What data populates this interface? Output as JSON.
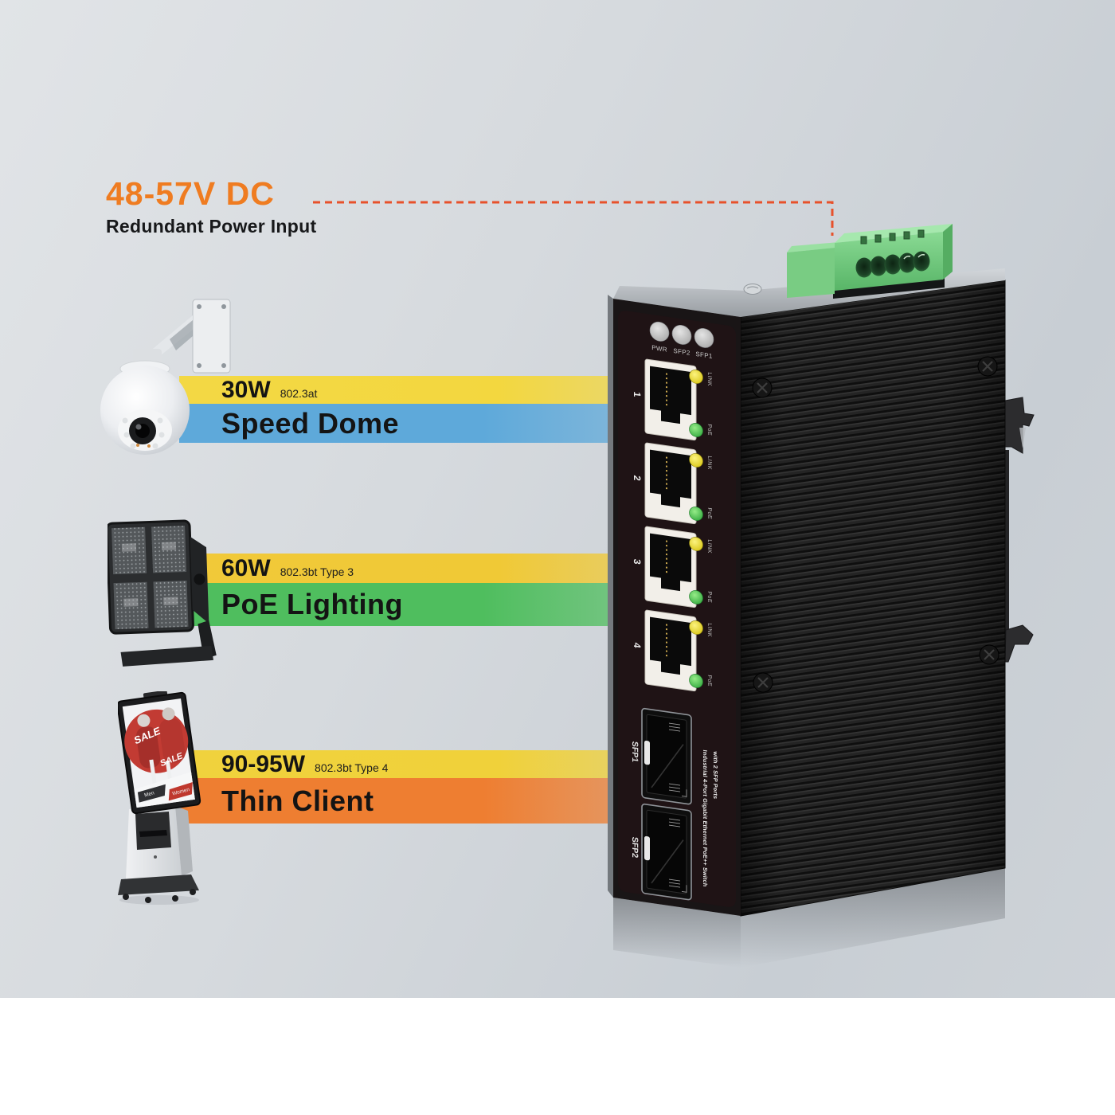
{
  "power_callout": {
    "title": "48-57V DC",
    "subtitle": "Redundant Power Input",
    "title_color": "#ef7c21",
    "line_color": "#e7512b"
  },
  "devices": [
    {
      "power": "30W",
      "standard": "802.3at",
      "name": "Speed Dome",
      "power_bar_color": "#f3d844",
      "name_bar_color": "#5ea9da"
    },
    {
      "power": "60W",
      "standard": "802.3bt Type 3",
      "name": "PoE Lighting",
      "power_bar_color": "#f1c939",
      "name_bar_color": "#4fbe5e"
    },
    {
      "power": "90-95W",
      "standard": "802.3bt Type 4",
      "name": "Thin Client",
      "power_bar_color": "#f0d23d",
      "name_bar_color": "#ee7e31"
    }
  ],
  "switch": {
    "leds": [
      {
        "label": "PWR"
      },
      {
        "label": "SFP2"
      },
      {
        "label": "SFP1"
      }
    ],
    "ports": [
      {
        "number": "1",
        "link": "LINK",
        "poe": "PoE"
      },
      {
        "number": "2",
        "link": "LINK",
        "poe": "PoE"
      },
      {
        "number": "3",
        "link": "LINK",
        "poe": "PoE"
      },
      {
        "number": "4",
        "link": "LINK",
        "poe": "PoE"
      }
    ],
    "sfp_ports": [
      {
        "label": "SFP1"
      },
      {
        "label": "SFP2"
      }
    ],
    "side_text_line1": "Industrial 4-Port Gigabit Ethernet PoE++ Switch",
    "side_text_line2": "with 2 SFP Ports",
    "link_led_color": "#f2df45",
    "poe_led_color": "#57c657",
    "terminal_block_color": "#7fd389"
  },
  "kiosk_screen": {
    "sale_top": "SALE",
    "sale_bottom": "SALE",
    "men_label": "Men",
    "women_label": "Women"
  }
}
